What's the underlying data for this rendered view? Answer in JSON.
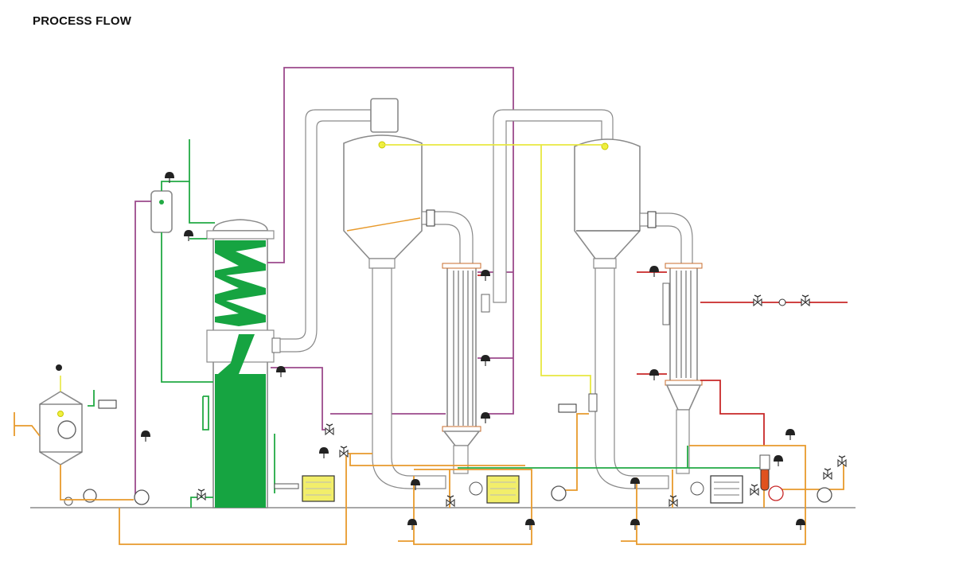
{
  "header": {
    "title": "PROCESS FLOW"
  },
  "colors": {
    "vessel_outline": "#8a8a8a",
    "packing_green": "#16a441",
    "steam_line_purple": "#9c4a8c",
    "vapor_line_yellow": "#e8e840",
    "condensate_line_orange": "#e89a2c",
    "product_line_red": "#c82828",
    "cooling_line_green": "#22aa44",
    "motor_yellow": "#f2ee6a"
  },
  "equipment": [
    {
      "id": "feed-tank",
      "icon": "agitated-tank-icon"
    },
    {
      "id": "scrubber-column",
      "icon": "packed-column-icon"
    },
    {
      "id": "separator-1",
      "icon": "cyclone-separator-icon"
    },
    {
      "id": "heater-1",
      "icon": "tube-heat-exchanger-icon"
    },
    {
      "id": "separator-2",
      "icon": "cyclone-separator-icon"
    },
    {
      "id": "heater-2",
      "icon": "tube-heat-exchanger-icon"
    },
    {
      "id": "circulation-pump-1",
      "icon": "pump-motor-icon"
    },
    {
      "id": "circulation-pump-2",
      "icon": "pump-motor-icon"
    },
    {
      "id": "circulation-pump-3",
      "icon": "pump-motor-icon"
    }
  ]
}
